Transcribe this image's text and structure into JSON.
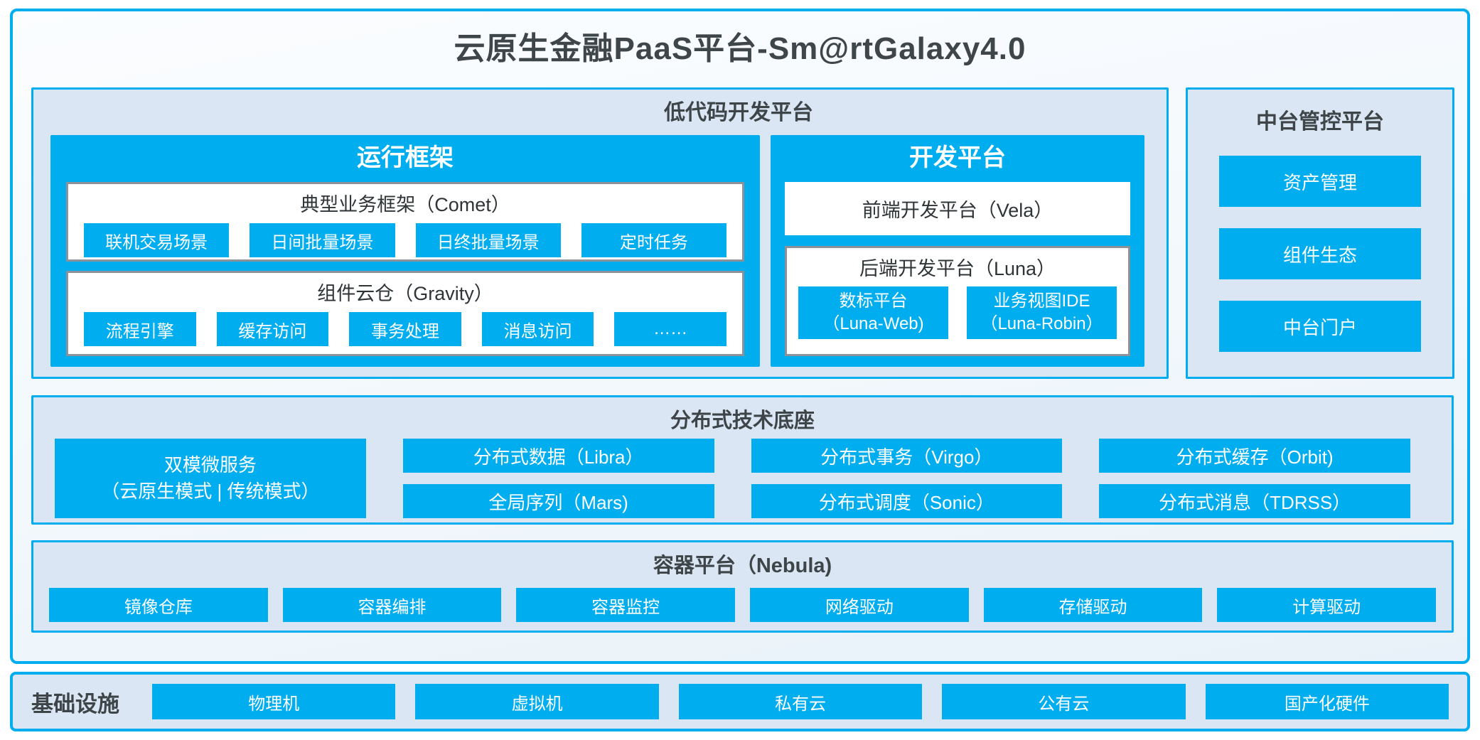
{
  "title": "云原生金融PaaS平台-Sm@rtGalaxy4.0",
  "lowcode": {
    "label": "低代码开发平台",
    "runtime": {
      "title": "运行框架",
      "comet": {
        "title": "典型业务框架（Comet）",
        "items": [
          "联机交易场景",
          "日间批量场景",
          "日终批量场景",
          "定时任务"
        ]
      },
      "gravity": {
        "title": "组件云仓（Gravity）",
        "items": [
          "流程引擎",
          "缓存访问",
          "事务处理",
          "消息访问",
          "……"
        ]
      }
    },
    "dev": {
      "title": "开发平台",
      "vela": {
        "title": "前端开发平台（Vela）"
      },
      "luna": {
        "title": "后端开发平台（Luna）",
        "items": [
          {
            "line1": "数标平台",
            "line2": "（Luna-Web)"
          },
          {
            "line1": "业务视图IDE",
            "line2": "（Luna-Robin）"
          }
        ]
      }
    }
  },
  "midplatform": {
    "label": "中台管控平台",
    "items": [
      "资产管理",
      "组件生态",
      "中台门户"
    ]
  },
  "distributed": {
    "label": "分布式技术底座",
    "dual_mode": {
      "line1": "双模微服务",
      "line2": "（云原生模式 | 传统模式）"
    },
    "grid": [
      [
        "分布式数据（Libra）",
        "全局序列（Mars)"
      ],
      [
        "分布式事务（Virgo）",
        "分布式调度（Sonic）"
      ],
      [
        "分布式缓存（Orbit)",
        "分布式消息（TDRSS）"
      ]
    ]
  },
  "container_platform": {
    "label": "容器平台（Nebula)",
    "items": [
      "镜像仓库",
      "容器编排",
      "容器监控",
      "网络驱动",
      "存储驱动",
      "计算驱动"
    ]
  },
  "infrastructure": {
    "label": "基础设施",
    "items": [
      "物理机",
      "虚拟机",
      "私有云",
      "公有云",
      "国产化硬件"
    ]
  },
  "colors": {
    "accent": "#00ADEE",
    "panel_bg": "#DAE6F3",
    "gray_border": "#8D9298",
    "dark_text": "#3E4549"
  }
}
